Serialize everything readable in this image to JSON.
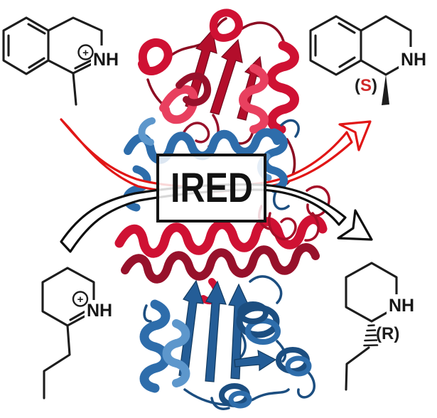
{
  "scheme": {
    "enzyme_label": "IRED",
    "substrate_top_left": {
      "nh_label": "NH",
      "charge_symbol": "+"
    },
    "product_top_right": {
      "nh_label": "NH",
      "stereo": {
        "open": "(",
        "letter": "S",
        "close": ")"
      }
    },
    "substrate_bottom_left": {
      "nh_label": "NH",
      "charge_symbol": "+"
    },
    "product_bottom_right": {
      "nh_label": "NH",
      "stereo": {
        "open": "(",
        "letter": "R",
        "close": ")"
      }
    }
  },
  "colors": {
    "bond": "#1d1d1d",
    "label_text": "#161616",
    "stereo_s_letter": "#d02a2a",
    "stereo_r_letter": "#1d1d1d",
    "arrow_top": "#e11616",
    "arrow_bottom": "#0f0f0f",
    "box_border": "#141414",
    "box_fill": "#ffffff",
    "protein_top_main": "#cf1133",
    "protein_top_light": "#e8405f",
    "protein_top_dark": "#97112b",
    "protein_bottom_main": "#2e6dab",
    "protein_bottom_light": "#5d97cc",
    "protein_bottom_dark": "#1c4e80"
  }
}
